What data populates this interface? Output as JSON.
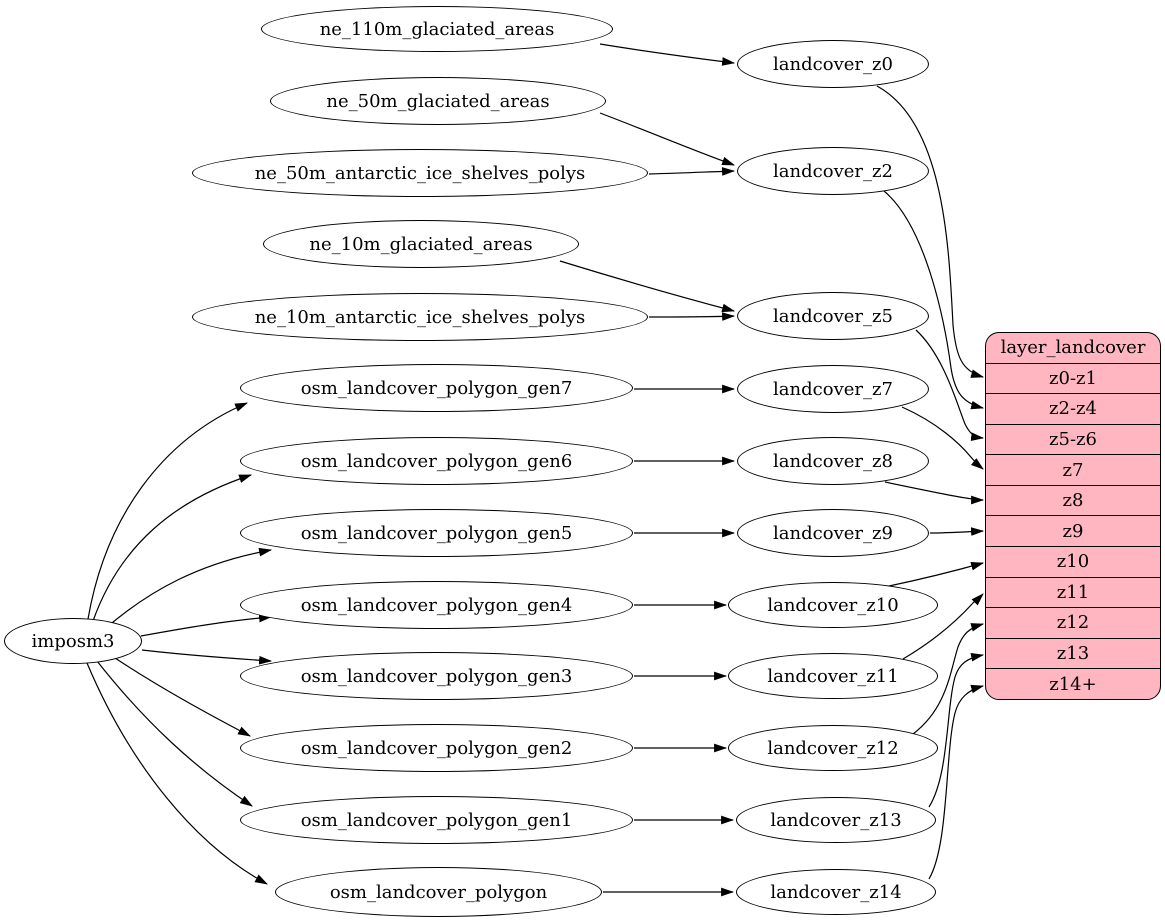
{
  "diagram": {
    "kind": "etl-flow-graph",
    "colors": {
      "node_fill": "#ffffff",
      "stroke": "#000000",
      "table_fill": "#ffb6c1"
    },
    "nodes": {
      "imposm3": "imposm3",
      "ne_110m_glaciated_areas": "ne_110m_glaciated_areas",
      "ne_50m_glaciated_areas": "ne_50m_glaciated_areas",
      "ne_50m_antarctic_ice_shelves_polys": "ne_50m_antarctic_ice_shelves_polys",
      "ne_10m_glaciated_areas": "ne_10m_glaciated_areas",
      "ne_10m_antarctic_ice_shelves_polys": "ne_10m_antarctic_ice_shelves_polys",
      "osm_landcover_polygon_gen7": "osm_landcover_polygon_gen7",
      "osm_landcover_polygon_gen6": "osm_landcover_polygon_gen6",
      "osm_landcover_polygon_gen5": "osm_landcover_polygon_gen5",
      "osm_landcover_polygon_gen4": "osm_landcover_polygon_gen4",
      "osm_landcover_polygon_gen3": "osm_landcover_polygon_gen3",
      "osm_landcover_polygon_gen2": "osm_landcover_polygon_gen2",
      "osm_landcover_polygon_gen1": "osm_landcover_polygon_gen1",
      "osm_landcover_polygon": "osm_landcover_polygon",
      "landcover_z0": "landcover_z0",
      "landcover_z2": "landcover_z2",
      "landcover_z5": "landcover_z5",
      "landcover_z7": "landcover_z7",
      "landcover_z8": "landcover_z8",
      "landcover_z9": "landcover_z9",
      "landcover_z10": "landcover_z10",
      "landcover_z11": "landcover_z11",
      "landcover_z12": "landcover_z12",
      "landcover_z13": "landcover_z13",
      "landcover_z14": "landcover_z14"
    },
    "table": {
      "title": "layer_landcover",
      "rows": [
        "z0-z1",
        "z2-z4",
        "z5-z6",
        "z7",
        "z8",
        "z9",
        "z10",
        "z11",
        "z12",
        "z13",
        "z14+"
      ]
    },
    "edges": [
      {
        "from": "ne_110m_glaciated_areas",
        "to": "landcover_z0"
      },
      {
        "from": "ne_50m_glaciated_areas",
        "to": "landcover_z2"
      },
      {
        "from": "ne_50m_antarctic_ice_shelves_polys",
        "to": "landcover_z2"
      },
      {
        "from": "ne_10m_glaciated_areas",
        "to": "landcover_z5"
      },
      {
        "from": "ne_10m_antarctic_ice_shelves_polys",
        "to": "landcover_z5"
      },
      {
        "from": "imposm3",
        "to": "osm_landcover_polygon_gen7"
      },
      {
        "from": "imposm3",
        "to": "osm_landcover_polygon_gen6"
      },
      {
        "from": "imposm3",
        "to": "osm_landcover_polygon_gen5"
      },
      {
        "from": "imposm3",
        "to": "osm_landcover_polygon_gen4"
      },
      {
        "from": "imposm3",
        "to": "osm_landcover_polygon_gen3"
      },
      {
        "from": "imposm3",
        "to": "osm_landcover_polygon_gen2"
      },
      {
        "from": "imposm3",
        "to": "osm_landcover_polygon_gen1"
      },
      {
        "from": "imposm3",
        "to": "osm_landcover_polygon"
      },
      {
        "from": "osm_landcover_polygon_gen7",
        "to": "landcover_z7"
      },
      {
        "from": "osm_landcover_polygon_gen6",
        "to": "landcover_z8"
      },
      {
        "from": "osm_landcover_polygon_gen5",
        "to": "landcover_z9"
      },
      {
        "from": "osm_landcover_polygon_gen4",
        "to": "landcover_z10"
      },
      {
        "from": "osm_landcover_polygon_gen3",
        "to": "landcover_z11"
      },
      {
        "from": "osm_landcover_polygon_gen2",
        "to": "landcover_z12"
      },
      {
        "from": "osm_landcover_polygon_gen1",
        "to": "landcover_z13"
      },
      {
        "from": "osm_landcover_polygon",
        "to": "landcover_z14"
      },
      {
        "from": "landcover_z0",
        "to": "layer_landcover:z0-z1"
      },
      {
        "from": "landcover_z2",
        "to": "layer_landcover:z2-z4"
      },
      {
        "from": "landcover_z5",
        "to": "layer_landcover:z5-z6"
      },
      {
        "from": "landcover_z7",
        "to": "layer_landcover:z7"
      },
      {
        "from": "landcover_z8",
        "to": "layer_landcover:z8"
      },
      {
        "from": "landcover_z9",
        "to": "layer_landcover:z9"
      },
      {
        "from": "landcover_z10",
        "to": "layer_landcover:z10"
      },
      {
        "from": "landcover_z11",
        "to": "layer_landcover:z11"
      },
      {
        "from": "landcover_z12",
        "to": "layer_landcover:z12"
      },
      {
        "from": "landcover_z13",
        "to": "layer_landcover:z13"
      },
      {
        "from": "landcover_z14",
        "to": "layer_landcover:z14+"
      }
    ]
  }
}
